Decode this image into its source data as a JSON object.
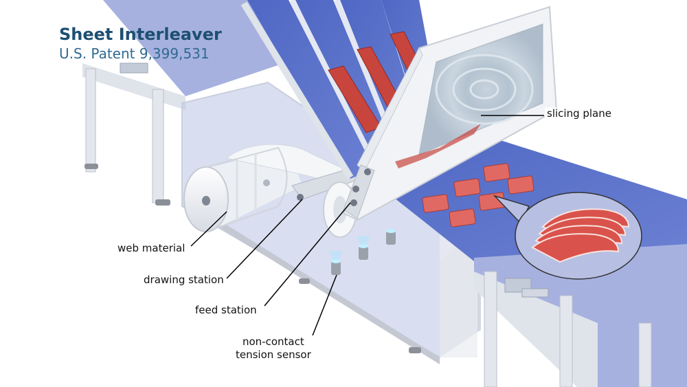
{
  "header": {
    "title": "Sheet Interleaver",
    "subtitle": "U.S. Patent 9,399,531"
  },
  "callouts": {
    "slicing_plane": "slicing plane",
    "web_material": "web material",
    "drawing_station": "drawing station",
    "feed_station": "feed station",
    "tension_sensor_line1": "non-contact",
    "tension_sensor_line2": "tension sensor"
  },
  "colors": {
    "title": "#1d4f72",
    "belt": "#5b73c9",
    "conveyor_surface": "#9fa9dc",
    "frame": "#d4d8e2",
    "bacon": "#c8453e"
  }
}
